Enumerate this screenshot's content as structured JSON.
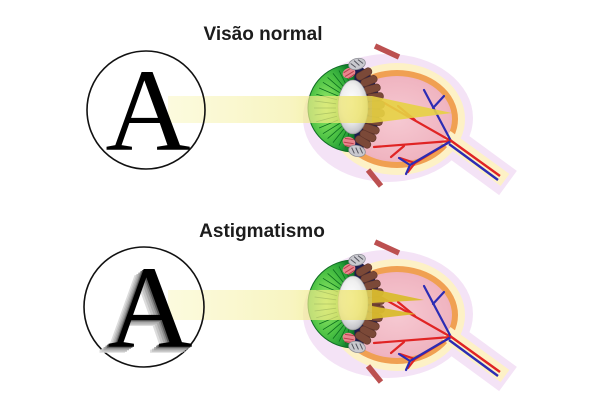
{
  "figure": {
    "panels": [
      {
        "id": "normal-vision",
        "title": "Visão normal",
        "letter": "A"
      },
      {
        "id": "astigmatism",
        "title": "Astigmatismo",
        "letter": "A"
      }
    ]
  },
  "palette": {
    "text_black": "#1c1c1c",
    "halo_lavender": "#f4e3f6",
    "sclera_cream": "#fdf1c6",
    "choroid_orange": "#f0a052",
    "vitreous_pink": "#f2bcc6",
    "cornea_green": "#3cb44a",
    "lens_ring_navy": "#1c1c4e",
    "ciliary_brown": "#7b4938",
    "muscle_brick": "#bc5050",
    "artery_red": "#e02424",
    "vein_blue": "#2c2cb4",
    "beam_yellow": "#f0e87a",
    "beam_gold": "#e7d243",
    "letter_black": "#000000"
  }
}
